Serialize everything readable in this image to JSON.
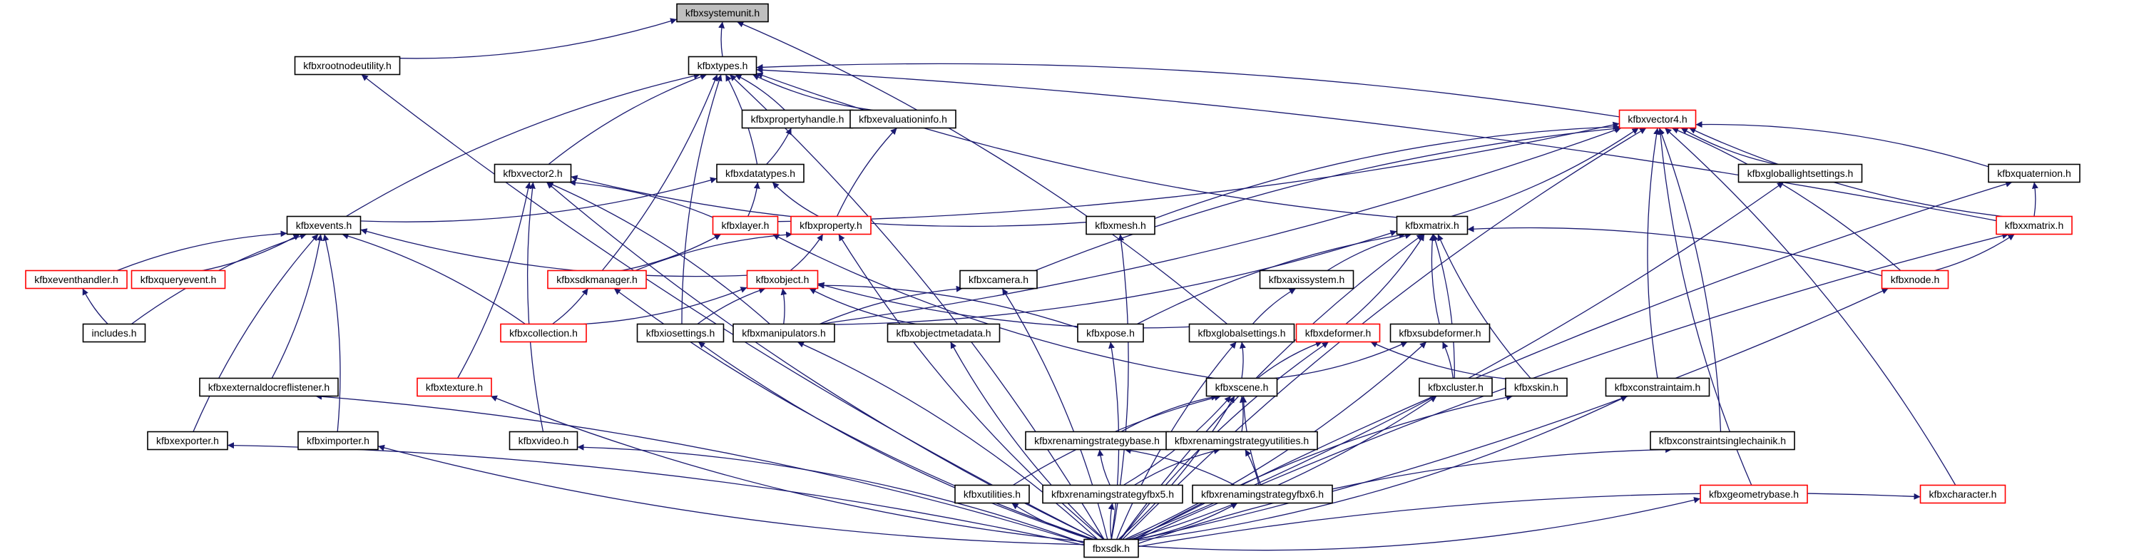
{
  "diagram": {
    "colors": {
      "background": "#ffffff",
      "node_fill": "#ffffff",
      "node_border_documented": "#000000",
      "node_border_truncated": "#ff0000",
      "root_fill": "#bfbfbf",
      "edge": "#191970"
    },
    "nodes": [
      {
        "id": "kfbxsystemunit",
        "label": "kfbxsystemunit.h",
        "style": "root"
      },
      {
        "id": "kfbxrootnodeutility",
        "label": "kfbxrootnodeutility.h",
        "style": "normal"
      },
      {
        "id": "kfbxtypes",
        "label": "kfbxtypes.h",
        "style": "normal"
      },
      {
        "id": "kfbxpropertyhandle",
        "label": "kfbxpropertyhandle.h",
        "style": "normal"
      },
      {
        "id": "kfbxevaluationinfo",
        "label": "kfbxevaluationinfo.h",
        "style": "normal"
      },
      {
        "id": "kfbxvector4",
        "label": "kfbxvector4.h",
        "style": "truncated"
      },
      {
        "id": "kfbxvector2",
        "label": "kfbxvector2.h",
        "style": "normal"
      },
      {
        "id": "kfbxdatatypes",
        "label": "kfbxdatatypes.h",
        "style": "normal"
      },
      {
        "id": "kfbxgloballightsettings",
        "label": "kfbxgloballightsettings.h",
        "style": "normal"
      },
      {
        "id": "kfbxquaternion",
        "label": "kfbxquaternion.h",
        "style": "normal"
      },
      {
        "id": "kfbxevents",
        "label": "kfbxevents.h",
        "style": "normal"
      },
      {
        "id": "kfbxlayer",
        "label": "kfbxlayer.h",
        "style": "truncated"
      },
      {
        "id": "kfbxproperty",
        "label": "kfbxproperty.h",
        "style": "truncated"
      },
      {
        "id": "kfbxmesh",
        "label": "kfbxmesh.h",
        "style": "normal"
      },
      {
        "id": "kfbxmatrix",
        "label": "kfbxmatrix.h",
        "style": "normal"
      },
      {
        "id": "kfbxxmatrix",
        "label": "kfbxxmatrix.h",
        "style": "truncated"
      },
      {
        "id": "kfbxeventhandler",
        "label": "kfbxeventhandler.h",
        "style": "truncated"
      },
      {
        "id": "kfbxqueryevent",
        "label": "kfbxqueryevent.h",
        "style": "truncated"
      },
      {
        "id": "kfbxsdkmanager",
        "label": "kfbxsdkmanager.h",
        "style": "truncated"
      },
      {
        "id": "kfbxobject",
        "label": "kfbxobject.h",
        "style": "truncated"
      },
      {
        "id": "kfbxcamera",
        "label": "kfbxcamera.h",
        "style": "normal"
      },
      {
        "id": "kfbxaxissystem",
        "label": "kfbxaxissystem.h",
        "style": "normal"
      },
      {
        "id": "kfbxnode",
        "label": "kfbxnode.h",
        "style": "truncated"
      },
      {
        "id": "includes",
        "label": "includes.h",
        "style": "normal"
      },
      {
        "id": "kfbxcollection",
        "label": "kfbxcollection.h",
        "style": "truncated"
      },
      {
        "id": "kfbxiosettings",
        "label": "kfbxiosettings.h",
        "style": "normal"
      },
      {
        "id": "kfbxmanipulators",
        "label": "kfbxmanipulators.h",
        "style": "normal"
      },
      {
        "id": "kfbxobjectmetadata",
        "label": "kfbxobjectmetadata.h",
        "style": "normal"
      },
      {
        "id": "kfbxpose",
        "label": "kfbxpose.h",
        "style": "normal"
      },
      {
        "id": "kfbxglobalsettings",
        "label": "kfbxglobalsettings.h",
        "style": "normal"
      },
      {
        "id": "kfbxdeformer",
        "label": "kfbxdeformer.h",
        "style": "truncated"
      },
      {
        "id": "kfbxsubdeformer",
        "label": "kfbxsubdeformer.h",
        "style": "normal"
      },
      {
        "id": "kfbxexternaldocreflistener",
        "label": "kfbxexternaldocreflistener.h",
        "style": "normal"
      },
      {
        "id": "kfbxtexture",
        "label": "kfbxtexture.h",
        "style": "truncated"
      },
      {
        "id": "kfbxscene",
        "label": "kfbxscene.h",
        "style": "normal"
      },
      {
        "id": "kfbxcluster",
        "label": "kfbxcluster.h",
        "style": "normal"
      },
      {
        "id": "kfbxskin",
        "label": "kfbxskin.h",
        "style": "normal"
      },
      {
        "id": "kfbxconstraintaim",
        "label": "kfbxconstraintaim.h",
        "style": "normal"
      },
      {
        "id": "kfbxexporter",
        "label": "kfbxexporter.h",
        "style": "normal"
      },
      {
        "id": "kfbximporter",
        "label": "kfbximporter.h",
        "style": "normal"
      },
      {
        "id": "kfbxvideo",
        "label": "kfbxvideo.h",
        "style": "normal"
      },
      {
        "id": "kfbxrenamingstrategybase",
        "label": "kfbxrenamingstrategybase.h",
        "style": "normal"
      },
      {
        "id": "kfbxrenamingstrategyutilities",
        "label": "kfbxrenamingstrategyutilities.h",
        "style": "normal"
      },
      {
        "id": "kfbxconstraintsinglechainik",
        "label": "kfbxconstraintsinglechainik.h",
        "style": "normal"
      },
      {
        "id": "kfbxutilities",
        "label": "kfbxutilities.h",
        "style": "normal"
      },
      {
        "id": "kfbxrenamingstrategyfbx5",
        "label": "kfbxrenamingstrategyfbx5.h",
        "style": "normal"
      },
      {
        "id": "kfbxrenamingstrategyfbx6",
        "label": "kfbxrenamingstrategyfbx6.h",
        "style": "normal"
      },
      {
        "id": "kfbxgeometrybase",
        "label": "kfbxgeometrybase.h",
        "style": "truncated"
      },
      {
        "id": "kfbxcharacter",
        "label": "kfbxcharacter.h",
        "style": "truncated"
      },
      {
        "id": "fbxsdk",
        "label": "fbxsdk.h",
        "style": "normal"
      }
    ],
    "edges": [
      [
        "kfbxrootnodeutility",
        "kfbxsystemunit"
      ],
      [
        "kfbxtypes",
        "kfbxsystemunit"
      ],
      [
        "kfbxglobalsettings",
        "kfbxsystemunit"
      ],
      [
        "fbxsdk",
        "kfbxrootnodeutility"
      ],
      [
        "kfbxpropertyhandle",
        "kfbxtypes"
      ],
      [
        "kfbxevaluationinfo",
        "kfbxtypes"
      ],
      [
        "kfbxvector4",
        "kfbxtypes"
      ],
      [
        "kfbxvector2",
        "kfbxtypes"
      ],
      [
        "kfbxdatatypes",
        "kfbxtypes"
      ],
      [
        "kfbxevents",
        "kfbxtypes"
      ],
      [
        "kfbxsdkmanager",
        "kfbxtypes"
      ],
      [
        "kfbxmatrix",
        "kfbxtypes"
      ],
      [
        "kfbxxmatrix",
        "kfbxtypes"
      ],
      [
        "kfbxiosettings",
        "kfbxtypes"
      ],
      [
        "kfbxdatatypes",
        "kfbxpropertyhandle"
      ],
      [
        "kfbxproperty",
        "kfbxevaluationinfo"
      ],
      [
        "kfbxlayer",
        "kfbxvector4"
      ],
      [
        "kfbxmesh",
        "kfbxvector4"
      ],
      [
        "kfbxmatrix",
        "kfbxvector4"
      ],
      [
        "kfbxgloballightsettings",
        "kfbxvector4"
      ],
      [
        "kfbxquaternion",
        "kfbxvector4"
      ],
      [
        "kfbxxmatrix",
        "kfbxvector4"
      ],
      [
        "kfbxnode",
        "kfbxvector4"
      ],
      [
        "kfbxcamera",
        "kfbxvector4"
      ],
      [
        "kfbxmanipulators",
        "kfbxvector4"
      ],
      [
        "kfbxconstraintaim",
        "kfbxvector4"
      ],
      [
        "kfbxconstraintsinglechainik",
        "kfbxvector4"
      ],
      [
        "kfbxgeometrybase",
        "kfbxvector4"
      ],
      [
        "kfbxcharacter",
        "kfbxvector4"
      ],
      [
        "fbxsdk",
        "kfbxvector4"
      ],
      [
        "kfbxlayer",
        "kfbxvector2"
      ],
      [
        "kfbxmesh",
        "kfbxvector2"
      ],
      [
        "kfbxtexture",
        "kfbxvector2"
      ],
      [
        "kfbxvideo",
        "kfbxvector2"
      ],
      [
        "kfbxmanipulators",
        "kfbxvector2"
      ],
      [
        "fbxsdk",
        "kfbxvector2"
      ],
      [
        "kfbxlayer",
        "kfbxdatatypes"
      ],
      [
        "kfbxproperty",
        "kfbxdatatypes"
      ],
      [
        "kfbxevents",
        "kfbxdatatypes"
      ],
      [
        "kfbxeventhandler",
        "kfbxevents"
      ],
      [
        "kfbxqueryevent",
        "kfbxevents"
      ],
      [
        "includes",
        "kfbxevents"
      ],
      [
        "kfbxcollection",
        "kfbxevents"
      ],
      [
        "kfbxobject",
        "kfbxevents"
      ],
      [
        "kfbxexternaldocreflistener",
        "kfbxevents"
      ],
      [
        "kfbxexporter",
        "kfbxevents"
      ],
      [
        "kfbximporter",
        "kfbxevents"
      ],
      [
        "includes",
        "kfbxeventhandler"
      ],
      [
        "kfbxsdkmanager",
        "kfbxlayer"
      ],
      [
        "kfbxsdkmanager",
        "kfbxproperty"
      ],
      [
        "kfbxobject",
        "kfbxproperty"
      ],
      [
        "fbxsdk",
        "kfbxproperty"
      ],
      [
        "kfbxcollection",
        "kfbxsdkmanager"
      ],
      [
        "fbxsdk",
        "kfbxsdkmanager"
      ],
      [
        "kfbxcollection",
        "kfbxobject"
      ],
      [
        "kfbxiosettings",
        "kfbxobject"
      ],
      [
        "kfbxmanipulators",
        "kfbxobject"
      ],
      [
        "kfbxobjectmetadata",
        "kfbxobject"
      ],
      [
        "kfbxpose",
        "kfbxobject"
      ],
      [
        "kfbxglobalsettings",
        "kfbxobject"
      ],
      [
        "fbxsdk",
        "kfbxmesh"
      ],
      [
        "kfbxaxissystem",
        "kfbxmatrix"
      ],
      [
        "kfbxdeformer",
        "kfbxmatrix"
      ],
      [
        "kfbxsubdeformer",
        "kfbxmatrix"
      ],
      [
        "kfbxcluster",
        "kfbxmatrix"
      ],
      [
        "kfbxskin",
        "kfbxmatrix"
      ],
      [
        "kfbxnode",
        "kfbxmatrix"
      ],
      [
        "kfbxpose",
        "kfbxmatrix"
      ],
      [
        "kfbxmanipulators",
        "kfbxmatrix"
      ],
      [
        "fbxsdk",
        "kfbxmatrix"
      ],
      [
        "kfbxxmatrix",
        "kfbxquaternion"
      ],
      [
        "fbxsdk",
        "kfbxquaternion"
      ],
      [
        "kfbxnode",
        "kfbxxmatrix"
      ],
      [
        "fbxsdk",
        "kfbxxmatrix"
      ],
      [
        "fbxsdk",
        "kfbxgloballightsettings"
      ],
      [
        "kfbxmanipulators",
        "kfbxcamera"
      ],
      [
        "fbxsdk",
        "kfbxcamera"
      ],
      [
        "kfbxglobalsettings",
        "kfbxaxissystem"
      ],
      [
        "fbxsdk",
        "kfbxnode"
      ],
      [
        "kfbxscene",
        "kfbxlayer"
      ],
      [
        "kfbxscene",
        "kfbxglobalsettings"
      ],
      [
        "kfbxscene",
        "kfbxdeformer"
      ],
      [
        "kfbxscene",
        "kfbxsubdeformer"
      ],
      [
        "kfbxskin",
        "kfbxdeformer"
      ],
      [
        "kfbxcluster",
        "kfbxsubdeformer"
      ],
      [
        "fbxsdk",
        "kfbxdeformer"
      ],
      [
        "fbxsdk",
        "kfbxsubdeformer"
      ],
      [
        "kfbxrenamingstrategybase",
        "kfbxscene"
      ],
      [
        "kfbxrenamingstrategyutilities",
        "kfbxscene"
      ],
      [
        "kfbxutilities",
        "kfbxscene"
      ],
      [
        "kfbxrenamingstrategyfbx5",
        "kfbxscene"
      ],
      [
        "kfbxrenamingstrategyfbx6",
        "kfbxscene"
      ],
      [
        "fbxsdk",
        "kfbxscene"
      ],
      [
        "kfbxrenamingstrategyfbx5",
        "kfbxrenamingstrategybase"
      ],
      [
        "kfbxrenamingstrategyfbx6",
        "kfbxrenamingstrategybase"
      ],
      [
        "kfbxrenamingstrategyfbx5",
        "kfbxrenamingstrategyutilities"
      ],
      [
        "kfbxrenamingstrategyfbx6",
        "kfbxrenamingstrategyutilities"
      ],
      [
        "fbxsdk",
        "kfbxrenamingstrategyfbx5"
      ],
      [
        "fbxsdk",
        "kfbxrenamingstrategyfbx6"
      ],
      [
        "fbxsdk",
        "kfbxutilities"
      ],
      [
        "fbxsdk",
        "kfbxcluster"
      ],
      [
        "fbxsdk",
        "kfbxskin"
      ],
      [
        "fbxsdk",
        "kfbxconstraintaim"
      ],
      [
        "fbxsdk",
        "kfbxconstraintsinglechainik"
      ],
      [
        "fbxsdk",
        "kfbxgeometrybase"
      ],
      [
        "fbxsdk",
        "kfbxcharacter"
      ],
      [
        "fbxsdk",
        "kfbxexporter"
      ],
      [
        "fbxsdk",
        "kfbximporter"
      ],
      [
        "fbxsdk",
        "kfbxexternaldocreflistener"
      ],
      [
        "fbxsdk",
        "kfbxtexture"
      ],
      [
        "fbxsdk",
        "kfbxvideo"
      ],
      [
        "fbxsdk",
        "kfbxiosettings"
      ],
      [
        "fbxsdk",
        "kfbxmanipulators"
      ],
      [
        "fbxsdk",
        "kfbxobjectmetadata"
      ],
      [
        "fbxsdk",
        "kfbxpose"
      ],
      [
        "fbxsdk",
        "kfbxglobalsettings"
      ],
      [
        "fbxsdk",
        "kfbxtypes"
      ]
    ]
  }
}
